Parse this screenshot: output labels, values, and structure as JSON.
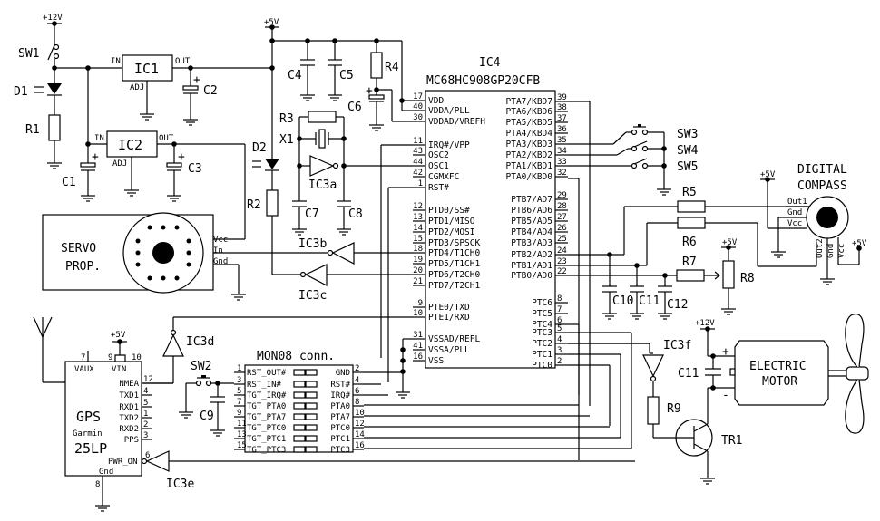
{
  "power": {
    "v12": "+12V",
    "v5": "+5V"
  },
  "components": {
    "sw1": "SW1",
    "d1": "D1",
    "r1": "R1",
    "c1": "C1",
    "ic1": "IC1",
    "ic2": "IC2",
    "c2": "C2",
    "c3": "C3",
    "in": "IN",
    "out": "OUT",
    "adj": "ADJ",
    "c4": "C4",
    "c5": "C5",
    "r4": "R4",
    "c6": "C6",
    "r3": "R3",
    "x1": "X1",
    "ic3a": "IC3a",
    "c7": "C7",
    "c8": "C8",
    "d2": "D2",
    "r2": "R2",
    "ic3b": "IC3b",
    "ic3c": "IC3c",
    "ic3d": "IC3d",
    "ic3e": "IC3e",
    "ic3f": "IC3f",
    "sw2": "SW2",
    "c9": "C9",
    "sw3": "SW3",
    "sw4": "SW4",
    "sw5": "SW5",
    "r5": "R5",
    "r6": "R6",
    "r7": "R7",
    "r8": "R8",
    "c10": "C10",
    "c11a": "C11",
    "c12": "C12",
    "c11b": "C11",
    "r9": "R9",
    "tr1": "TR1",
    "plus": "+",
    "minus": "-"
  },
  "mcu": {
    "ref": "IC4",
    "part": "MC68HC908GP20CFB",
    "left_pins": [
      {
        "num": "17",
        "name": "VDD"
      },
      {
        "num": "40",
        "name": "VDDA/PLL"
      },
      {
        "num": "30",
        "name": "VDDAD/VREFH"
      },
      {
        "num": "11",
        "name": "IRQ#/VPP"
      },
      {
        "num": "43",
        "name": "OSC2"
      },
      {
        "num": "44",
        "name": "OSC1"
      },
      {
        "num": "42",
        "name": "CGMXFC"
      },
      {
        "num": "1",
        "name": "RST#"
      },
      {
        "num": "12",
        "name": "PTD0/SS#"
      },
      {
        "num": "13",
        "name": "PTD1/MISO"
      },
      {
        "num": "14",
        "name": "PTD2/MOSI"
      },
      {
        "num": "15",
        "name": "PTD3/SPSCK"
      },
      {
        "num": "18",
        "name": "PTD4/T1CH0"
      },
      {
        "num": "19",
        "name": "PTD5/T1CH1"
      },
      {
        "num": "20",
        "name": "PTD6/T2CH0"
      },
      {
        "num": "21",
        "name": "PTD7/T2CH1"
      },
      {
        "num": "9",
        "name": "PTE0/TXD"
      },
      {
        "num": "10",
        "name": "PTE1/RXD"
      },
      {
        "num": "31",
        "name": "VSSAD/REFL"
      },
      {
        "num": "41",
        "name": "VSSA/PLL"
      },
      {
        "num": "16",
        "name": "VSS"
      }
    ],
    "right_pins": [
      {
        "num": "39",
        "name": "PTA7/KBD7"
      },
      {
        "num": "38",
        "name": "PTA6/KBD6"
      },
      {
        "num": "37",
        "name": "PTA5/KBD5"
      },
      {
        "num": "36",
        "name": "PTA4/KBD4"
      },
      {
        "num": "35",
        "name": "PTA3/KBD3"
      },
      {
        "num": "34",
        "name": "PTA2/KBD2"
      },
      {
        "num": "33",
        "name": "PTA1/KBD1"
      },
      {
        "num": "32",
        "name": "PTA0/KBD0"
      },
      {
        "num": "29",
        "name": "PTB7/AD7"
      },
      {
        "num": "28",
        "name": "PTB6/AD6"
      },
      {
        "num": "27",
        "name": "PTB5/AD5"
      },
      {
        "num": "26",
        "name": "PTB4/AD4"
      },
      {
        "num": "25",
        "name": "PTB3/AD3"
      },
      {
        "num": "24",
        "name": "PTB2/AD2"
      },
      {
        "num": "23",
        "name": "PTB1/AD1"
      },
      {
        "num": "22",
        "name": "PTB0/AD0"
      },
      {
        "num": "8",
        "name": "PTC6"
      },
      {
        "num": "7",
        "name": "PTC5"
      },
      {
        "num": "6",
        "name": "PTC4"
      },
      {
        "num": "5",
        "name": "PTC3"
      },
      {
        "num": "4",
        "name": "PTC2"
      },
      {
        "num": "3",
        "name": "PTC1"
      },
      {
        "num": "2",
        "name": "PTC0"
      }
    ]
  },
  "mon08": {
    "title": "MON08 conn.",
    "rows": [
      {
        "ln": "1",
        "left": "RST_OUT#",
        "rn": "2",
        "right": "GND"
      },
      {
        "ln": "3",
        "left": "RST_IN#",
        "rn": "4",
        "right": "RST#"
      },
      {
        "ln": "5",
        "left": "TGT_IRQ#",
        "rn": "6",
        "right": "IRQ#"
      },
      {
        "ln": "7",
        "left": "TGT_PTA0",
        "rn": "8",
        "right": "PTA0"
      },
      {
        "ln": "9",
        "left": "TGT_PTA7",
        "rn": "10",
        "right": "PTA7"
      },
      {
        "ln": "11",
        "left": "TGT_PTC0",
        "rn": "12",
        "right": "PTC0"
      },
      {
        "ln": "13",
        "left": "TGT_PTC1",
        "rn": "14",
        "right": "PTC1"
      },
      {
        "ln": "15",
        "left": "TGT_PTC3",
        "rn": "16",
        "right": "PTC3"
      }
    ]
  },
  "gps": {
    "line1": "GPS",
    "line2": "Garmin",
    "line3": "25LP",
    "vaux": "VAUX",
    "vin": "VIN",
    "gnd": "Gnd",
    "pin7": "7",
    "pin9": "9",
    "pin10": "10",
    "pin8": "8",
    "pins": [
      {
        "num": "12",
        "name": "NMEA"
      },
      {
        "num": "4",
        "name": "TXD1"
      },
      {
        "num": "5",
        "name": "RXD1"
      },
      {
        "num": "1",
        "name": "TXD2"
      },
      {
        "num": "2",
        "name": "RXD2"
      },
      {
        "num": "3",
        "name": "PPS"
      }
    ],
    "pwr_num": "6",
    "pwr_name": "PWR_ON"
  },
  "servo": {
    "line1": "SERVO",
    "line2": "PROP.",
    "vcc": "Vcc",
    "in": "In",
    "gnd": "Gnd"
  },
  "compass": {
    "line1": "DIGITAL",
    "line2": "COMPASS",
    "out1": "Out1",
    "gnd": "Gnd",
    "vcc": "Vcc",
    "out2": "Out2",
    "gnd2": "Gnd",
    "vcc2": "Vcc"
  },
  "motor": {
    "line1": "ELECTRIC",
    "line2": "MOTOR"
  }
}
